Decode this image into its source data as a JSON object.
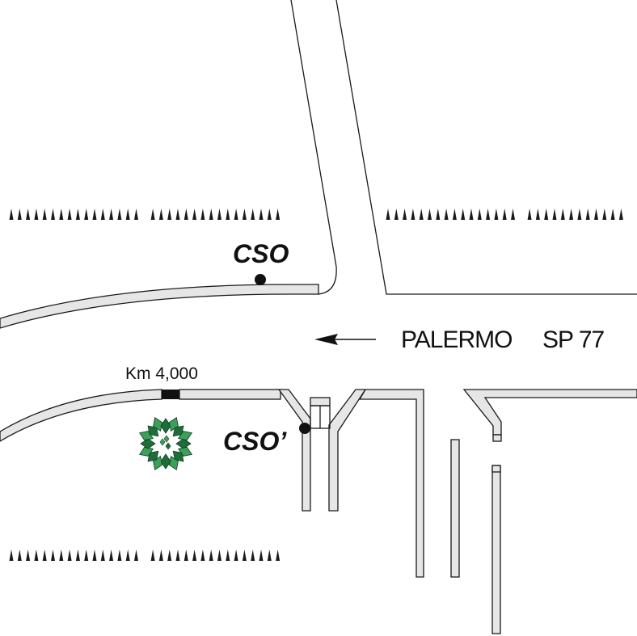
{
  "labels": {
    "cso": "CSO",
    "cso_prime": "CSO’",
    "km_marker": "Km 4,000",
    "direction_city": "PALERMO",
    "road_code": "SP 77"
  },
  "colors": {
    "line": "#1a1a1a",
    "kerb_fill": "#e6e6e6",
    "tree_dark": "#1f6e3a",
    "tree_light": "#3aa05a",
    "dot": "#111111"
  },
  "icons": {
    "arrow": "arrow-left-icon",
    "tree": "tree-icon",
    "vegetation": "vegetation-row"
  }
}
